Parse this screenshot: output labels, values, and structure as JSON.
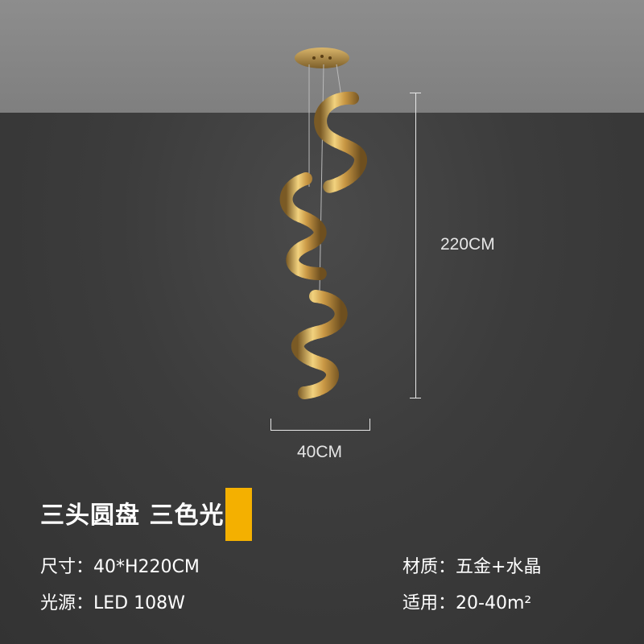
{
  "product": {
    "title": "三头圆盘 三色光",
    "accent_color": "#f4b000"
  },
  "dimensions": {
    "height_label": "220CM",
    "width_label": "40CM"
  },
  "specs": {
    "size": {
      "label": "尺寸：",
      "value": "40*H220CM"
    },
    "light_source": {
      "label": "光源：",
      "value": "LED 108W"
    },
    "material": {
      "label": "材质：",
      "value": "五金+水晶"
    },
    "area": {
      "label": "适用：",
      "value": "20-40m²"
    }
  },
  "colors": {
    "ceiling": "#878787",
    "wall": "#3b3b3b",
    "crystal": "#d9b15a",
    "canopy": "#b8924a"
  }
}
